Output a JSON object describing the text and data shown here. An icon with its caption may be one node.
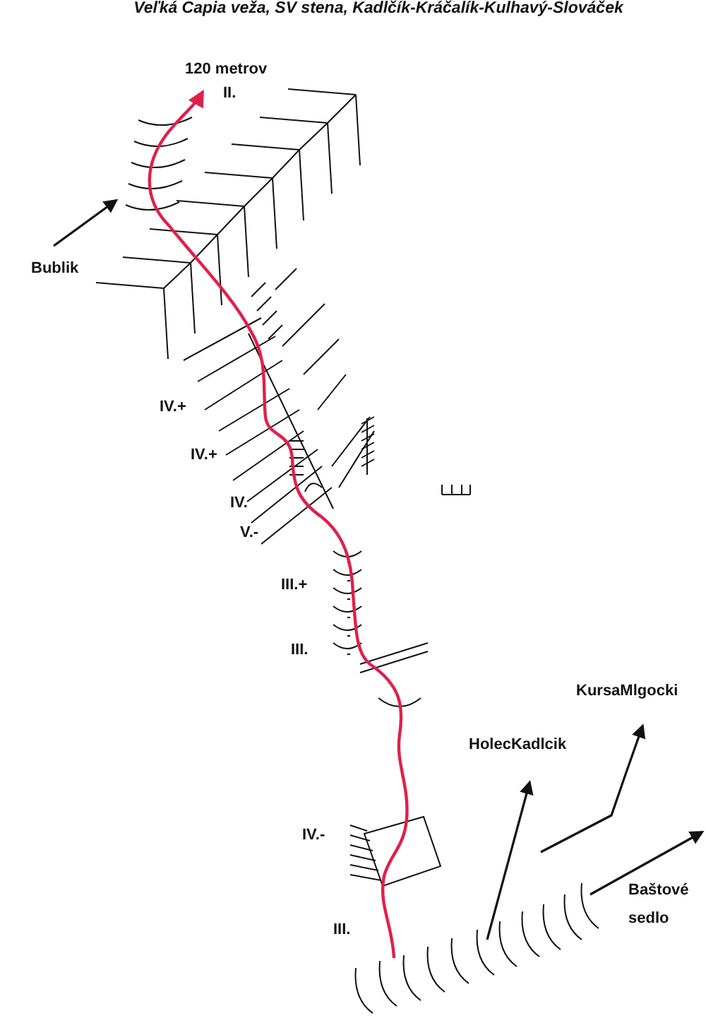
{
  "diagram": {
    "title": "Veľká Capia veža, SV stena, Kadlčík-Kráčalík-Kulhavý-Slováček",
    "labels": [
      "120 metrov",
      "II.",
      "Bublik",
      "IV.+",
      "IV.+",
      "IV.",
      "V.-",
      "III.+",
      "III.",
      "KursaMlgocki",
      "HolecKadlcik",
      "IV.-",
      "Baštové sedlo",
      "III."
    ]
  }
}
